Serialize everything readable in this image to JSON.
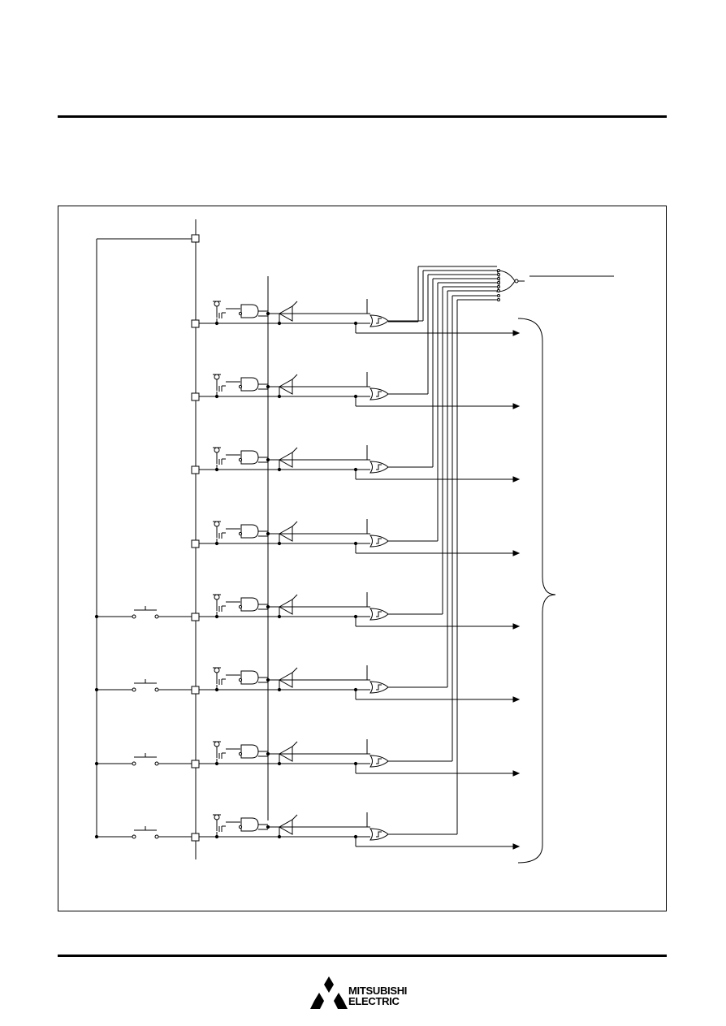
{
  "logo": {
    "line1": "MITSUBISHI",
    "line2": "ELECTRIC"
  },
  "diagram": {
    "port_count": 8,
    "switch_count": 4
  }
}
